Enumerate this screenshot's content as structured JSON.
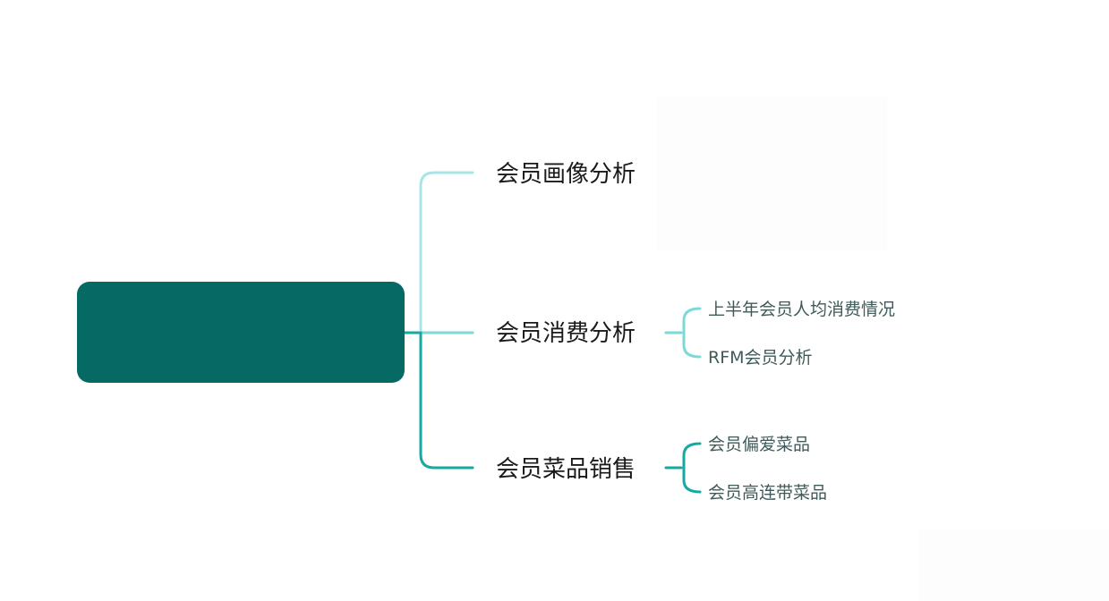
{
  "mindmap": {
    "root": {
      "label": ""
    },
    "branches": [
      {
        "label": "会员画像分析",
        "color": "#a8e5e7",
        "children": []
      },
      {
        "label": "会员消费分析",
        "color": "#7dd8d8",
        "children": [
          {
            "label": "上半年会员人均消费情况"
          },
          {
            "label": "RFM会员分析"
          }
        ]
      },
      {
        "label": "会员菜品销售",
        "color": "#14aaa2",
        "children": [
          {
            "label": "会员偏爱菜品"
          },
          {
            "label": "会员高连带菜品"
          }
        ]
      }
    ]
  },
  "colors": {
    "root_fill": "#066a64",
    "trunk": "#14aaa2",
    "text_primary": "#1a1a1a",
    "text_secondary": "#3f5a5a"
  }
}
